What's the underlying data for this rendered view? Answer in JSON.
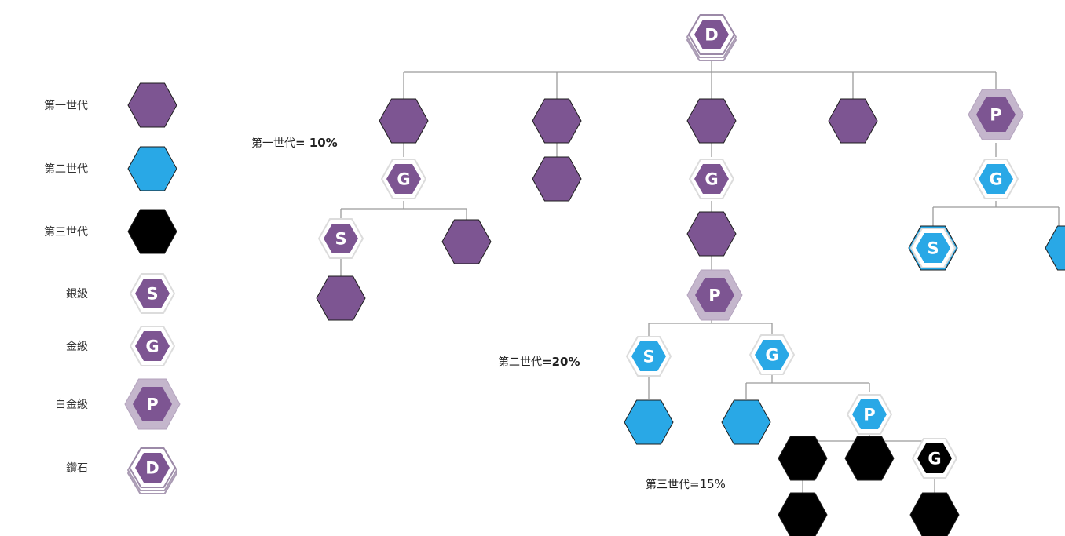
{
  "colors": {
    "gen1": "#7d5592",
    "gen2": "#29a8e6",
    "gen3": "#000000",
    "badge_border": "#dcdcdc",
    "line": "#9a9a9a"
  },
  "legend": [
    {
      "label": "第一世代",
      "kind": "hex",
      "gen": "gen1"
    },
    {
      "label": "第二世代",
      "kind": "hex",
      "gen": "gen2"
    },
    {
      "label": "第三世代",
      "kind": "hex",
      "gen": "gen3"
    },
    {
      "label": "銀級",
      "kind": "badge",
      "letter": "S",
      "gen": "gen1"
    },
    {
      "label": "金級",
      "kind": "badge",
      "letter": "G",
      "gen": "gen1"
    },
    {
      "label": "白金級",
      "kind": "platinum",
      "letter": "P",
      "gen": "gen1"
    },
    {
      "label": "鑽石",
      "kind": "diamond",
      "letter": "D",
      "gen": "gen1"
    }
  ],
  "rates": {
    "gen1": {
      "gen": "第一世代",
      "pct": "= 10%"
    },
    "gen2": {
      "gen": "第二世代",
      "pct": "=20%"
    },
    "gen3": {
      "gen": "第三世代",
      "pct": "=15%"
    }
  }
}
